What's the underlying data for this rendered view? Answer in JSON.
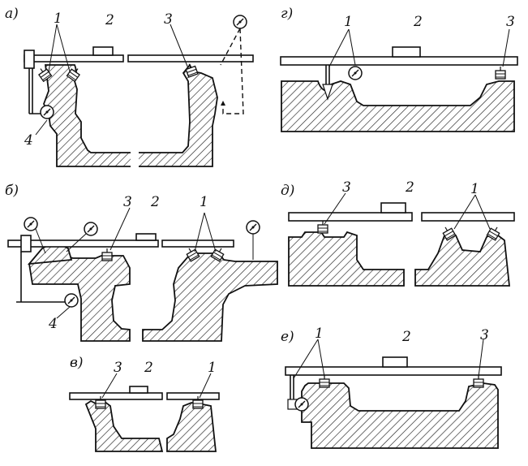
{
  "panels": {
    "a": {
      "letter": "а)",
      "callouts": [
        "1",
        "2",
        "3",
        "4"
      ]
    },
    "b": {
      "letter": "б)",
      "callouts": [
        "1",
        "2",
        "3",
        "4"
      ]
    },
    "v": {
      "letter": "в)",
      "callouts": [
        "1",
        "2",
        "3"
      ]
    },
    "g": {
      "letter": "г)",
      "callouts": [
        "1",
        "2",
        "3"
      ]
    },
    "d": {
      "letter": "д)",
      "callouts": [
        "1",
        "2",
        "3"
      ]
    },
    "e": {
      "letter": "е)",
      "callouts": [
        "1",
        "2",
        "3"
      ]
    }
  }
}
